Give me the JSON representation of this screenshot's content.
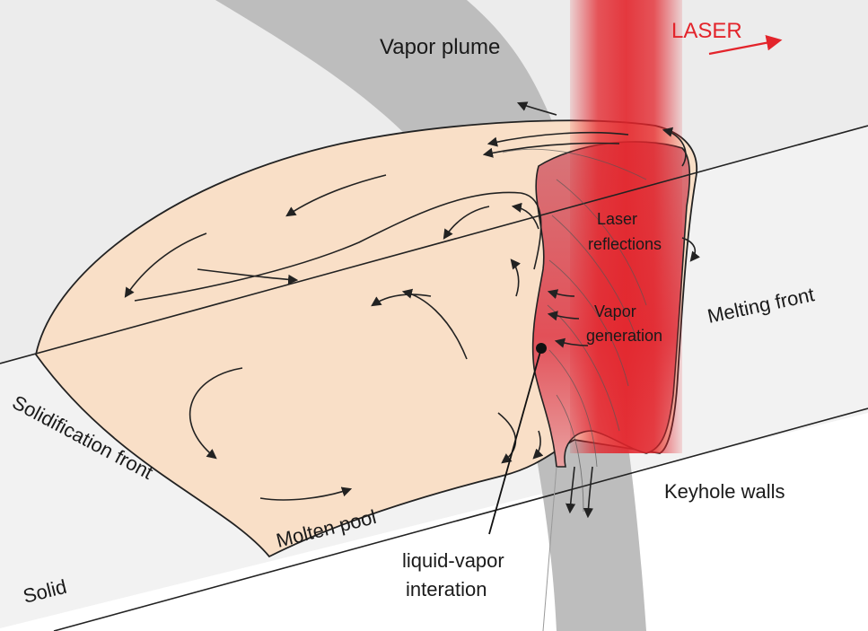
{
  "labels": {
    "laser": "LASER",
    "vapor_plume": "Vapor plume",
    "laser_reflections_line1": "Laser",
    "laser_reflections_line2": "reflections",
    "vapor_generation_line1": "Vapor",
    "vapor_generation_line2": "generation",
    "melting_front": "Melting front",
    "solidification_front": "Solidification front",
    "keyhole_walls": "Keyhole walls",
    "molten_pool": "Molten pool",
    "liquid_vapor_line1": "liquid-vapor",
    "liquid_vapor_line2": "interation",
    "solid": "Solid"
  },
  "colors": {
    "laser_beam": "#e3242b",
    "molten_pool": "#f9dfc7",
    "vapor_plume": "#bdbdbd",
    "background_region": "#ececec",
    "keyhole": "#d9868a"
  }
}
